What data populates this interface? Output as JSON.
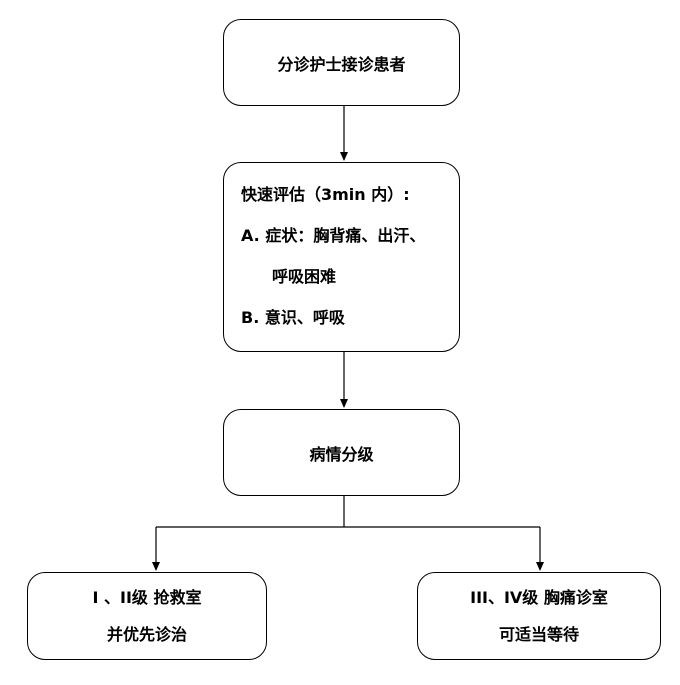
{
  "nodes": {
    "reception": {
      "text": "分诊护士接诊患者"
    },
    "assessment": {
      "title": "快速评估（3min 内）:",
      "item_a_line1": "A. 症状：胸背痛、出汗、",
      "item_a_line2": "呼吸困难",
      "item_b": "B. 意识、呼吸"
    },
    "grading": {
      "text": "病情分级"
    },
    "rescue": {
      "line1": "I 、II级  抢救室",
      "line2": "并优先诊治"
    },
    "chest_pain_clinic": {
      "line1": "III、IV级  胸痛诊室",
      "line2": "可适当等待"
    }
  },
  "colors": {
    "stroke": "#000000",
    "background": "#ffffff"
  }
}
